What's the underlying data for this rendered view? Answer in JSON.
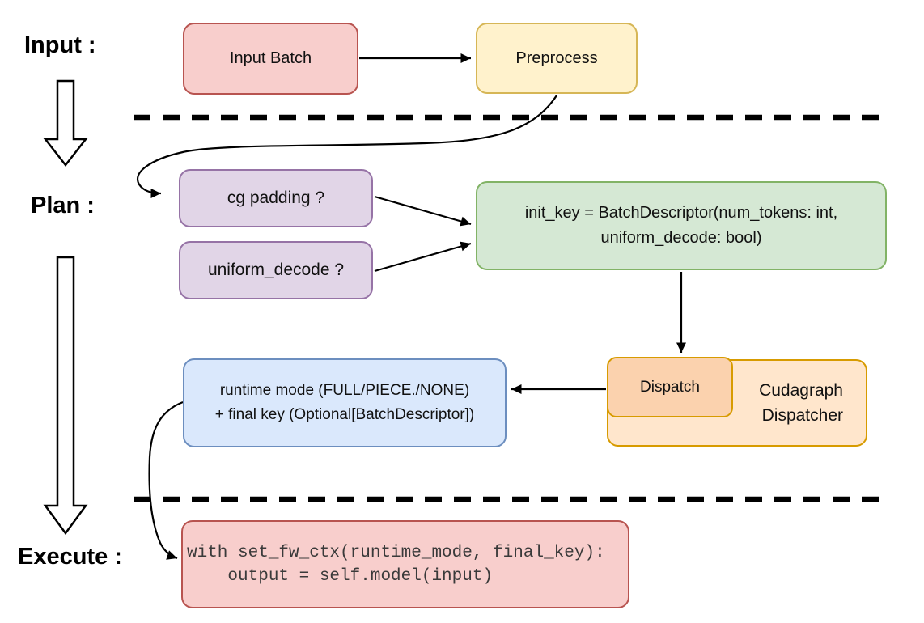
{
  "stage_labels": {
    "input": "Input :",
    "plan": "Plan :",
    "execute": "Execute :"
  },
  "nodes": {
    "input_batch": {
      "label": "Input Batch",
      "fill": "#f8cecc",
      "border": "#b85450"
    },
    "preprocess": {
      "label": "Preprocess",
      "fill": "#fff2cc",
      "border": "#d6b656"
    },
    "cg_padding": {
      "label": "cg padding ?",
      "fill": "#e1d5e7",
      "border": "#9673a6"
    },
    "uniform_decode": {
      "label": "uniform_decode ?",
      "fill": "#e1d5e7",
      "border": "#9673a6"
    },
    "init_key": {
      "line1": "init_key = BatchDescriptor(num_tokens: int,",
      "line2": "uniform_decode: bool)",
      "fill": "#d5e8d4",
      "border": "#82b366"
    },
    "runtime_result": {
      "line1": "runtime mode (FULL/PIECE./NONE)",
      "line2": "+ final key (Optional[BatchDescriptor])",
      "fill": "#dae8fc",
      "border": "#6c8ebf"
    },
    "dispatch": {
      "label": "Dispatch",
      "fill": "#fbd2ae",
      "border": "#d79b00"
    },
    "cudagraph_dispatcher": {
      "line1": "Cudagraph",
      "line2": "Dispatcher",
      "fill": "#ffe6cc",
      "border": "#d79b00"
    },
    "execute_code": {
      "line1": "with set_fw_ctx(runtime_mode, final_key):",
      "line2": "    output = self.model(input)",
      "fill": "#f8cecc",
      "border": "#b85450"
    }
  }
}
